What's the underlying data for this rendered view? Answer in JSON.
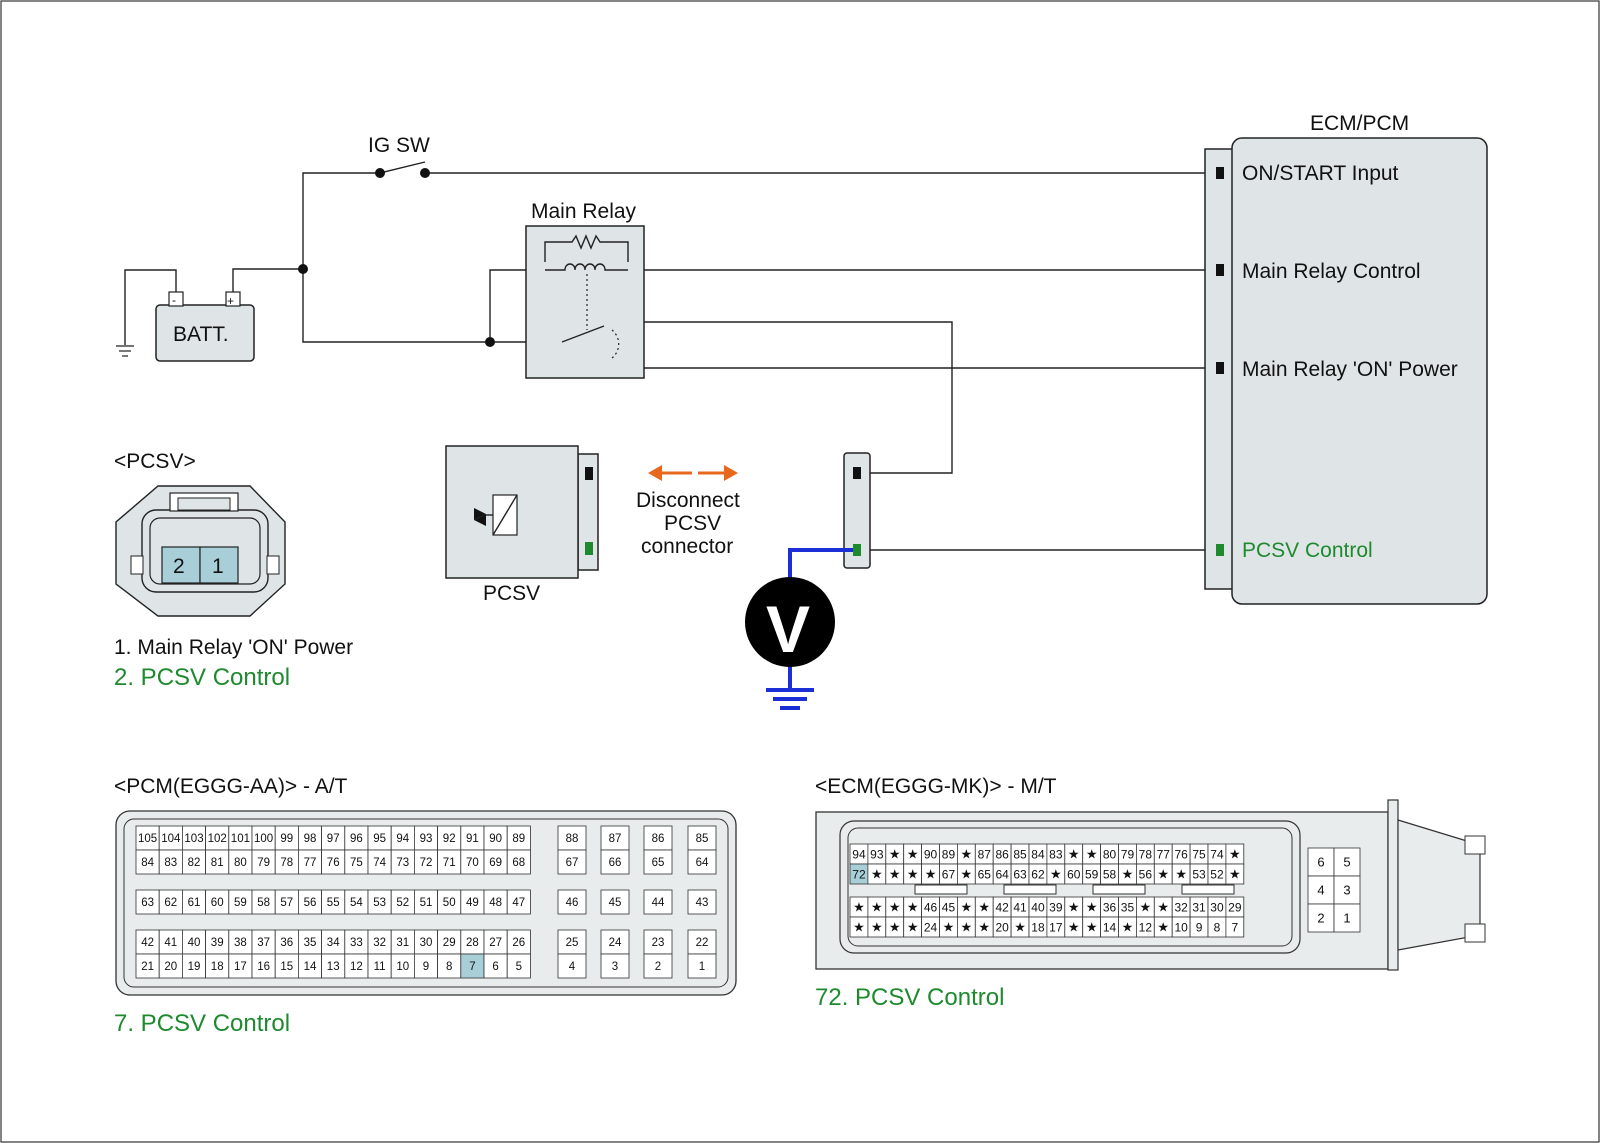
{
  "labels": {
    "ig_sw": "IG SW",
    "ecm_pcm": "ECM/PCM",
    "main_relay": "Main Relay",
    "batt": "BATT.",
    "batt_minus": "-",
    "batt_plus": "+",
    "on_start_input": "ON/START Input",
    "main_relay_control": "Main Relay Control",
    "main_relay_on_power": "Main Relay 'ON' Power",
    "pcsv_control": "PCSV Control",
    "pcsv_tag": "<PCSV>",
    "pcsv": "PCSV",
    "disconnect_1": "Disconnect",
    "disconnect_2": "PCSV",
    "disconnect_3": "connector",
    "voltmeter": "V"
  },
  "pcsv_connector": {
    "pins": [
      "2",
      "1"
    ],
    "legend": [
      {
        "text": "1. Main Relay 'ON' Power",
        "color": "#111111"
      },
      {
        "text": "2. PCSV Control",
        "color": "#1e8a2e"
      }
    ]
  },
  "pcm_connector": {
    "title": "<PCM(EGGG-AA)> - A/T",
    "legend": "7. PCSV Control",
    "highlight": "7",
    "rows_main": [
      [
        "105",
        "104",
        "103",
        "102",
        "101",
        "100",
        "99",
        "98",
        "97",
        "96",
        "95",
        "94",
        "93",
        "92",
        "91",
        "90",
        "89"
      ],
      [
        "84",
        "83",
        "82",
        "81",
        "80",
        "79",
        "78",
        "77",
        "76",
        "75",
        "74",
        "73",
        "72",
        "71",
        "70",
        "69",
        "68"
      ],
      [
        "63",
        "62",
        "61",
        "60",
        "59",
        "58",
        "57",
        "56",
        "55",
        "54",
        "53",
        "52",
        "51",
        "50",
        "49",
        "48",
        "47"
      ],
      [
        "42",
        "41",
        "40",
        "39",
        "38",
        "37",
        "36",
        "35",
        "34",
        "33",
        "32",
        "31",
        "30",
        "29",
        "28",
        "27",
        "26"
      ],
      [
        "21",
        "20",
        "19",
        "18",
        "17",
        "16",
        "15",
        "14",
        "13",
        "12",
        "11",
        "10",
        "9",
        "8",
        "7",
        "6",
        "5"
      ]
    ],
    "rows_side": [
      [
        "88",
        "87",
        "86",
        "85"
      ],
      [
        "67",
        "66",
        "65",
        "64"
      ],
      [
        "46",
        "45",
        "44",
        "43"
      ],
      [
        "25",
        "24",
        "23",
        "22"
      ],
      [
        "4",
        "3",
        "2",
        "1"
      ]
    ]
  },
  "ecm_connector": {
    "title": "<ECM(EGGG-MK)> - M/T",
    "legend": "72. PCSV Control",
    "highlight": "72",
    "rows_main": [
      [
        "94",
        "93",
        "★",
        "★",
        "90",
        "89",
        "★",
        "87",
        "86",
        "85",
        "84",
        "83",
        "★",
        "★",
        "80",
        "79",
        "78",
        "77",
        "76",
        "75",
        "74",
        "★"
      ],
      [
        "72",
        "★",
        "★",
        "★",
        "★",
        "67",
        "★",
        "65",
        "64",
        "63",
        "62",
        "★",
        "60",
        "59",
        "58",
        "★",
        "56",
        "★",
        "★",
        "53",
        "52",
        "★"
      ],
      [
        "★",
        "★",
        "★",
        "★",
        "46",
        "45",
        "★",
        "★",
        "42",
        "41",
        "40",
        "39",
        "★",
        "★",
        "36",
        "35",
        "★",
        "★",
        "32",
        "31",
        "30",
        "29"
      ],
      [
        "★",
        "★",
        "★",
        "★",
        "24",
        "★",
        "★",
        "★",
        "20",
        "★",
        "18",
        "17",
        "★",
        "★",
        "14",
        "★",
        "12",
        "★",
        "10",
        "9",
        "8",
        "7"
      ]
    ],
    "rows_side": [
      [
        "6",
        "5"
      ],
      [
        "4",
        "3"
      ],
      [
        "2",
        "1"
      ]
    ]
  },
  "colors": {
    "pcsv_control": "#1e8a2e",
    "meter_lead": "#1a2fd6",
    "arrow": "#e8671c",
    "highlight_pin": "#a8cfd8"
  }
}
